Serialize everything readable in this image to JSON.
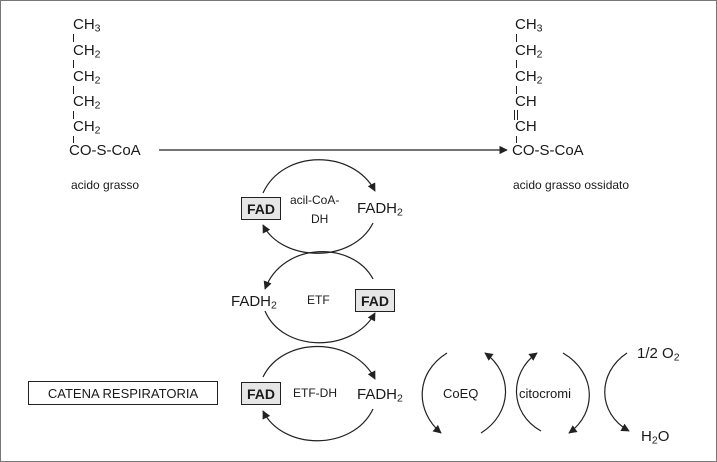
{
  "left_chain": {
    "groups": [
      "CH",
      "CH",
      "CH",
      "CH",
      "CH"
    ],
    "subscripts": [
      "3",
      "2",
      "2",
      "2",
      "2"
    ],
    "terminal": "CO-S-CoA",
    "caption": "acido grasso"
  },
  "right_chain": {
    "groups": [
      "CH",
      "CH",
      "CH",
      "CH",
      "CH"
    ],
    "subscripts": [
      "3",
      "2",
      "2",
      "",
      ""
    ],
    "terminal": "CO-S-CoA",
    "caption": "acido grasso ossidato"
  },
  "cycle1": {
    "box": "FAD",
    "enzyme_line1": "acil-CoA-",
    "enzyme_line2": "DH",
    "product": "FADH",
    "product_sub": "2"
  },
  "cycle2": {
    "reactant": "FADH",
    "reactant_sub": "2",
    "enzyme": "ETF",
    "box": "FAD"
  },
  "cycle3": {
    "box": "FAD",
    "enzyme": "ETF-DH",
    "product": "FADH",
    "product_sub": "2"
  },
  "chain_box": "CATENA RESPIRATORIA",
  "coeq": "CoEQ",
  "cytochromes": "citocromi",
  "oxygen": {
    "prefix": "1/2 O",
    "sub": "2"
  },
  "water": {
    "prefix": "H",
    "sub": "2",
    "suffix": "O"
  }
}
